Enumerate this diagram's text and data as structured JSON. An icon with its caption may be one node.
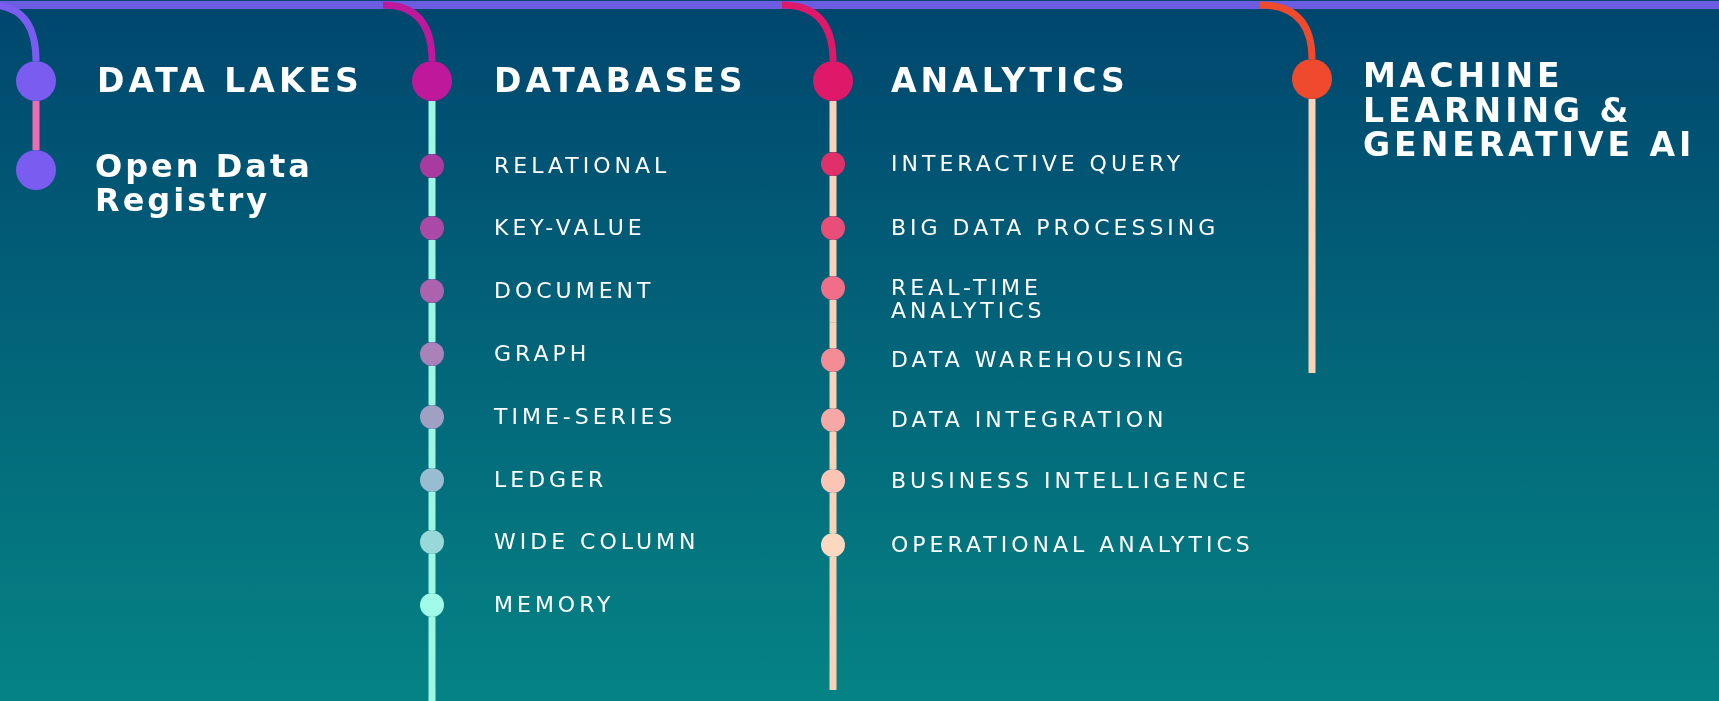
{
  "diagram": {
    "nodes": [
      {
        "text": [
          "DATA LAKES"
        ]
      },
      {
        "text": [
          "Open Data Registry"
        ]
      },
      {
        "text": [
          "DATABASES"
        ]
      },
      {
        "text": [
          "RELATIONAL"
        ]
      },
      {
        "text": [
          "KEY-VALUE"
        ]
      },
      {
        "text": [
          "DOCUMENT"
        ]
      },
      {
        "text": [
          "GRAPH"
        ]
      },
      {
        "text": [
          "TIME-SERIES"
        ]
      },
      {
        "text": [
          "LEDGER"
        ]
      },
      {
        "text": [
          "WIDE COLUMN"
        ]
      },
      {
        "text": [
          "MEMORY"
        ]
      },
      {
        "text": [
          "ANALYTICS"
        ]
      },
      {
        "text": [
          "INTERACTIVE QUERY"
        ]
      },
      {
        "text": [
          "BIG DATA PROCESSING"
        ]
      },
      {
        "text": [
          "REAL-TIME ANALYTICS"
        ]
      },
      {
        "text": [
          "DATA WAREHOUSING"
        ]
      },
      {
        "text": [
          "DATA INTEGRATION"
        ]
      },
      {
        "text": [
          "BUSINESS INTELLIGENCE"
        ]
      },
      {
        "text": [
          "OPERATIONAL ANALYTICS"
        ]
      },
      {
        "text": [
          "MACHINE LEARNING & GENERATIVE AI"
        ]
      }
    ],
    "edges": [
      {
        "from": 0,
        "to": 1,
        "arrow": "none",
        "color": "#f06bb4"
      },
      {
        "from": 2,
        "to": 3,
        "arrow": "none",
        "color": "#9ef7e3"
      },
      {
        "from": 3,
        "to": 4,
        "arrow": "none",
        "color": "#9ef7e3"
      },
      {
        "from": 4,
        "to": 5,
        "arrow": "none",
        "color": "#9ef7e3"
      },
      {
        "from": 5,
        "to": 6,
        "arrow": "none",
        "color": "#9ef7e3"
      },
      {
        "from": 6,
        "to": 7,
        "arrow": "none",
        "color": "#9ef7e3"
      },
      {
        "from": 7,
        "to": 8,
        "arrow": "none",
        "color": "#9ef7e3"
      },
      {
        "from": 8,
        "to": 9,
        "arrow": "none",
        "color": "#9ef7e3"
      },
      {
        "from": 9,
        "to": 10,
        "arrow": "none",
        "color": "#9ef7e3"
      },
      {
        "from": 11,
        "to": 12,
        "arrow": "none",
        "color": "#f8d3b8"
      },
      {
        "from": 12,
        "to": 13,
        "arrow": "none",
        "color": "#f8d3b8"
      },
      {
        "from": 13,
        "to": 14,
        "arrow": "none",
        "color": "#f8d3b8"
      },
      {
        "from": 14,
        "to": 15,
        "arrow": "none",
        "color": "#f8d3b8"
      },
      {
        "from": 15,
        "to": 16,
        "arrow": "none",
        "color": "#f8d3b8"
      },
      {
        "from": 16,
        "to": 17,
        "arrow": "none",
        "color": "#f8d3b8"
      },
      {
        "from": 17,
        "to": 18,
        "arrow": "none",
        "color": "#f8d3b8"
      }
    ]
  }
}
